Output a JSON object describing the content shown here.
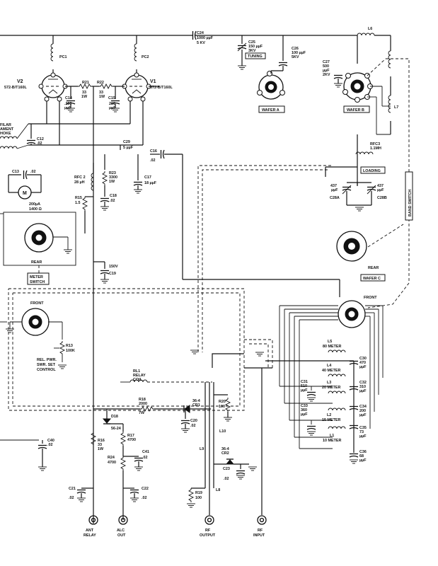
{
  "labels": {
    "c24": "C24",
    "c24v": "1000 µµF",
    "c24k": "5 KV",
    "l6": "L6",
    "c25": "C25",
    "c25v": "150 µµF",
    "c25k": "3KV",
    "tuning": "TUNING",
    "c26": "C26",
    "c26v": "100 µµF",
    "c26k": "5KV",
    "c27": "C27",
    "c27v": "500",
    "c27u": "µµF",
    "c27k": "2KV",
    "wafer_a": "WAFER A",
    "wafer_b": "WAFER B",
    "wafer_c": "WAFER C",
    "pc1": "PC1",
    "pc2": "PC2",
    "v2": "V2",
    "v2t": "572-B/T160L",
    "v1": "V1",
    "v1t": "572-B/T160L",
    "r21": "R21",
    "r21v": "33",
    "r21w": "1W",
    "r22": "R22",
    "r22v": "33",
    "r22w": "1W",
    "c14": "C14",
    "c14v": ".200",
    "c14u": "µµF",
    "c15": "C15",
    "c15v": "200",
    "c15u": "µµF",
    "filar": "FILAR",
    "ament": "AMENT",
    "hoke": "HOKE",
    "c12": "C12",
    "c12v": ".02",
    "c29": "C29",
    "c29v": "5 µµF",
    "c16": "C16",
    "c16v": ".02",
    "l7": "L7",
    "rfc3": "RFC3",
    "rfc3v": "1.1MH",
    "loading": "LOADING",
    "c28a": "C28A",
    "c28a_v": "437",
    "c28a_u": "µµF",
    "c28b": "C28B",
    "c28b_v": "437",
    "c28b_u": "µµF",
    "band_switch": "BAND SWITCH",
    "c13": "C13",
    "c13v": ".02",
    "rfc2": "RFC 2",
    "rfc2v": "28 µH",
    "r23": "R23",
    "r23v": "3300",
    "r23w": "1W",
    "c17": "C17",
    "c17v": "18 µµF",
    "r15": "R15",
    "r15v": "1.5",
    "c18": "C18",
    "c18v": ".02",
    "meter_m": "M",
    "meter_v": "200µA",
    "meter_r": "1400 Ω",
    "rear": "REAR",
    "rear2": "REAR",
    "meter_switch_1": "METER",
    "meter_switch_2": "SWITCH",
    "c19": "C19",
    "c19v": "150V",
    "front": "FRONT",
    "front2": "FRONT",
    "rel_pwr": "REL. PWR.",
    "swr_set": "SWR. SET",
    "control": "CONTROL",
    "r13": "R13",
    "r13v": "100K",
    "l5": "L5",
    "l5b": "80 METER",
    "c30": "C30",
    "c30v": "470",
    "c30u": "µµF",
    "l4": "L4",
    "l4b": "40 METER",
    "c31": "C31",
    "c31v": "510",
    "c31u": "µµF",
    "c32": "C32",
    "c32v": "310",
    "c32u": "µµF",
    "l3": "L3",
    "l3b": "20 METER",
    "c33": "C33",
    "c33v": "360",
    "c33u": "µµF",
    "c34": "C34",
    "c34v": "200",
    "c34u": "µµF",
    "l2": "L2",
    "l2b": "15 METER",
    "c35": "C35",
    "c35v": "73",
    "c35u": "µµF",
    "l1": "L1",
    "l1b": "10 METER",
    "c36": "C36",
    "c36v": "68",
    "c36u": "µµF",
    "rl1": "RL1",
    "relay": "RELAY",
    "coil": "COIL",
    "r18": "R18",
    "r18v": "2000",
    "r18w": "7W",
    "cr1": "CR1",
    "cr1t": "36-4",
    "r20": "R20",
    "r20v": "100",
    "c20": "C20",
    "c20v": ".02",
    "d18": "D18",
    "d18t": "56-24",
    "r16": "R16",
    "r16v": "33",
    "r16w": "1W",
    "r17": "R17",
    "r17v": "4700",
    "c40": "C40",
    "c40v": ".02",
    "c41": "C41",
    "c41v": ".02",
    "r24": "R24",
    "r24v": "4700",
    "l10": "L10",
    "l9": "L9",
    "cr2": "CR2",
    "cr2t": "36-4",
    "c23": "C23",
    "c23v": ".02",
    "r19": "R19",
    "r19v": "100",
    "l8": "L8",
    "c21": "C21",
    "c21v": ".02",
    "c22": "C22",
    "c22v": ".02",
    "ant": "ANT",
    "relay_j": "RELAY",
    "alc": "ALC",
    "out": "OUT",
    "rf": "RF",
    "output": "OUTPUT",
    "rf2": "RF",
    "input": "INPUT"
  }
}
